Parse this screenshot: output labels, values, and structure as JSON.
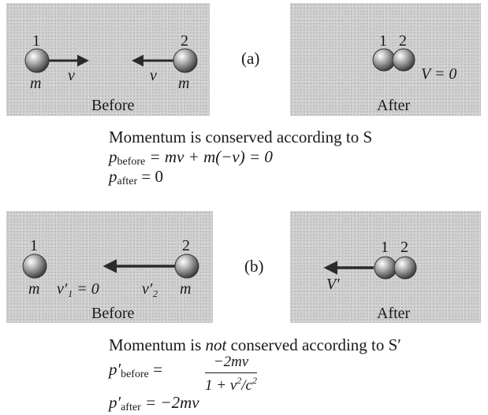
{
  "part_a": {
    "tag": "(a)",
    "before": {
      "label": "Before",
      "ball1_number": "1",
      "ball1_mass": "m",
      "ball1_velocity": "v",
      "ball2_number": "2",
      "ball2_mass": "m",
      "ball2_velocity": "v"
    },
    "after": {
      "label": "After",
      "ball1_number": "1",
      "ball2_number": "2",
      "velocity": "V = 0"
    },
    "caption": "Momentum is conserved according to S",
    "eq_before_lhs": "p",
    "eq_before_sub": "before",
    "eq_before_rhs": " = mv + m(−v) = 0",
    "eq_after_lhs": "p",
    "eq_after_sub": "after",
    "eq_after_rhs": " = 0"
  },
  "part_b": {
    "tag": "(b)",
    "before": {
      "label": "Before",
      "ball1_number": "1",
      "ball1_mass": "m",
      "ball1_velocity": "v′₁ = 0",
      "ball2_number": "2",
      "ball2_mass": "m",
      "ball2_velocity": "v′₂"
    },
    "after": {
      "label": "After",
      "ball1_number": "1",
      "ball2_number": "2",
      "velocity": "V′"
    },
    "caption_pre": "Momentum is ",
    "caption_emph": "not",
    "caption_post": " conserved according to S′",
    "eq_before_lhs": "p′",
    "eq_before_sub": "before",
    "eq_before_numerator": "−2mv",
    "eq_before_denominator_main": "1 + v",
    "eq_before_denominator_exp": "2",
    "eq_before_denominator_tail": "/c",
    "eq_before_denominator_exp2": "2",
    "eq_after_lhs": "p′",
    "eq_after_sub": "after",
    "eq_after_rhs": " = −2mv"
  }
}
